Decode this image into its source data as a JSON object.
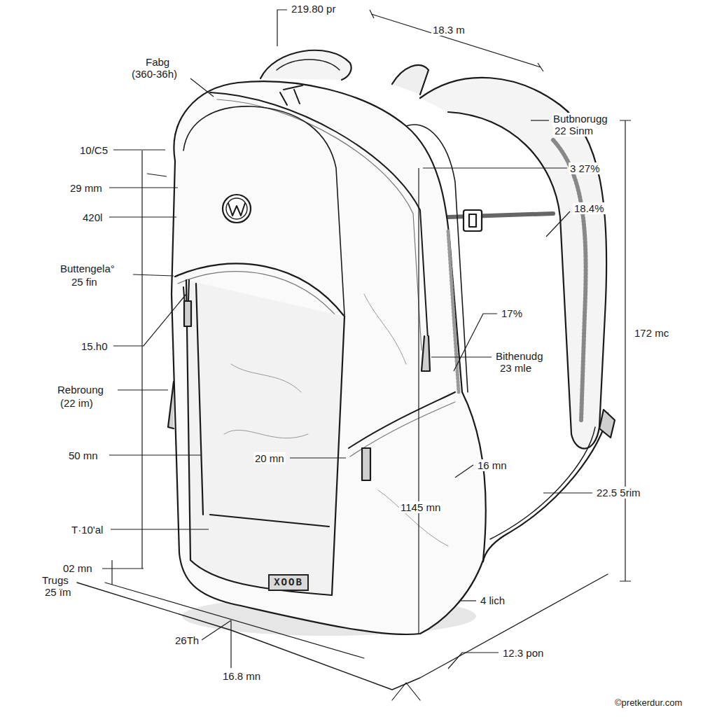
{
  "diagram": {
    "nodes": [
      {
        "text": [
          "XOOB"
        ]
      }
    ],
    "labels": [
      "219.80 pr",
      "18.3 m",
      "Fabg",
      "(360-36h)",
      "10/C5",
      "29 mm",
      "420l",
      "Buttengela°",
      "25 fin",
      "15.h0",
      "Rebroung",
      "(22 im)",
      "50 mn",
      "T·10'al",
      "02 mn",
      "Trugs",
      "25 ïm",
      "26Th",
      "16.8 mn",
      "Butbnorugg",
      "22 Sinm",
      "3 27%",
      "18.4%",
      "17%",
      "Bithenudg",
      "23 mle",
      "172 mc",
      "20 mn",
      "16 mn",
      "1145 mn",
      "22.5 5rim",
      "4 lich",
      "12.3 pon",
      "©pretkerdur.com"
    ]
  }
}
